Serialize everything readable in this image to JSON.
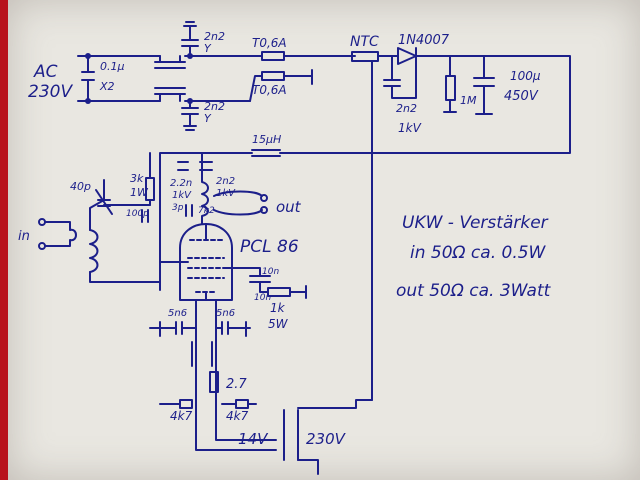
{
  "mains": {
    "ac": "AC",
    "voltage": "230V"
  },
  "caps": {
    "x2": "0.1µ",
    "x2_class": "X2",
    "y_top": "2n2",
    "y_top_class": "Y",
    "y_bot": "2n2",
    "y_bot_class": "Y",
    "snub": "2n2",
    "snub_v": "1kV",
    "bulk": "100µ",
    "bulk_v": "450V",
    "g1": "40p",
    "grid": "100p",
    "a1": "2.2n",
    "a1_v": "1kV",
    "a2": "2n2",
    "a2_v": "1kV",
    "osc": "3p",
    "sg": "10n",
    "sg2": "10n",
    "k1": "5n6",
    "k2": "5n6"
  },
  "fuses": {
    "f1": "T0,6A",
    "f2": "T0,6A"
  },
  "parts": {
    "ntc": "NTC",
    "diode": "1N4007",
    "bleeder": "1M",
    "choke": "15µH",
    "rg": "3k",
    "rg_w": "1W",
    "rk": "1k",
    "rk_w": "5W",
    "r27": "2.7",
    "r4k7a": "4k7",
    "r4k7b": "4k7",
    "tube": "PCL 86",
    "tap": "7k2",
    "heater_v": "14V",
    "mains_v": "230V"
  },
  "io": {
    "in": "in",
    "out": "out"
  },
  "notes": {
    "title": "UKW - Verstärker",
    "line1": "in 50Ω ca. 0.5W",
    "line2": "out 50Ω ca. 3Watt"
  }
}
